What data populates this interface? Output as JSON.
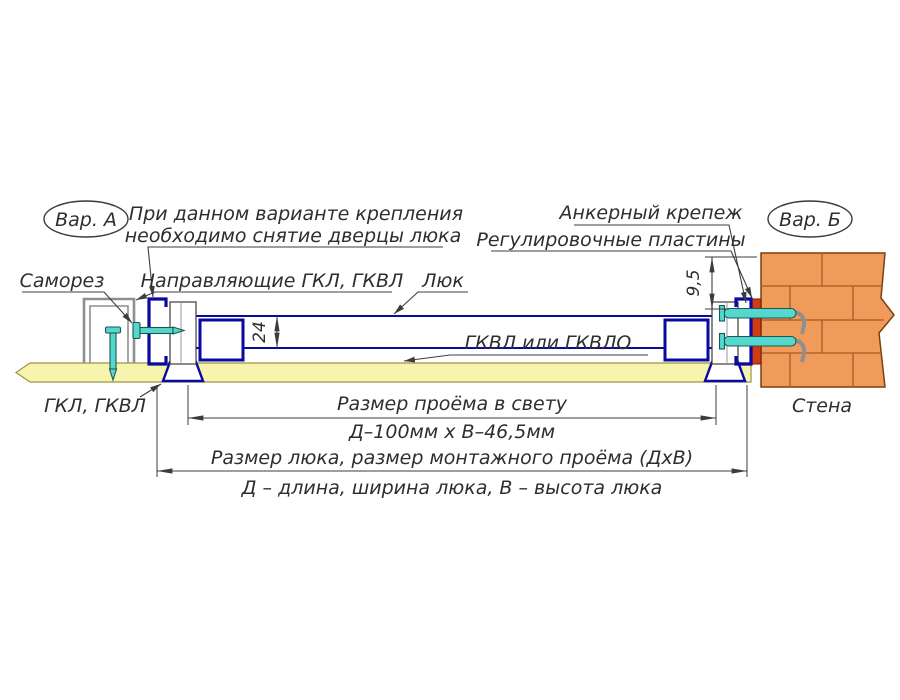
{
  "diagram": {
    "variant_a": "Вар. А",
    "variant_b": "Вар. Б",
    "note_line1": "При данном варианте крепления",
    "note_line2": "необходимо снятие дверцы люка",
    "label_anchor": "Анкерный крепеж",
    "label_plates": "Регулировочные пластины",
    "label_screw": "Саморез",
    "label_guides": "Направляющие ГКЛ, ГКВЛ",
    "label_hatch": "Люк",
    "label_gkvl": "ГКВЛ или ГКВЛО",
    "label_gkl": "ГКЛ, ГКВЛ",
    "label_wall": "Стена",
    "dim_clear_title": "Размер проёма в свету",
    "dim_clear_value": "Д–100мм х В–46,5мм",
    "dim_hatch_title": "Размер люка, размер монтажного проёма (ДхВ)",
    "dim_hatch_subtitle": "Д – длина, ширина люка, В – высота люка",
    "dim_panel": "24",
    "dim_plate": "9,5"
  },
  "colors": {
    "line": "#3c3c3c",
    "frame_blue": "#0a0a9e",
    "fastener_teal": "#54d7cd",
    "drywall_yellow": "#f7f4ad",
    "brick_orange": "#f19b5b",
    "plate_red": "#d23b0f",
    "profile_gray": "#8f8f8f"
  }
}
